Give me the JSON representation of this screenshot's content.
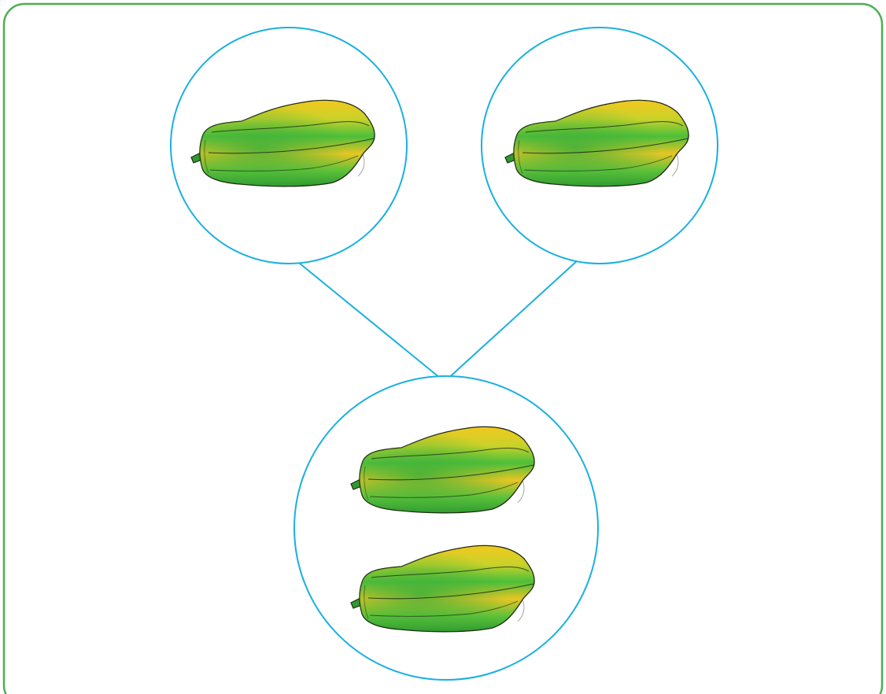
{
  "colors": {
    "frame": "#4caf50",
    "circle": "#1ab0e0",
    "connector": "#1ab0e0",
    "fruit_dark_green": "#2f9a30",
    "fruit_green": "#4cbf3a",
    "fruit_yellow": "#f2c81e",
    "fruit_outline": "#1f2a12"
  },
  "diagram": {
    "kind": "part-part-whole",
    "top_left_group": {
      "item": "papaya-icon",
      "count": 1
    },
    "top_right_group": {
      "item": "papaya-icon",
      "count": 1
    },
    "bottom_group": {
      "item": "papaya-icon",
      "count": 2
    }
  }
}
